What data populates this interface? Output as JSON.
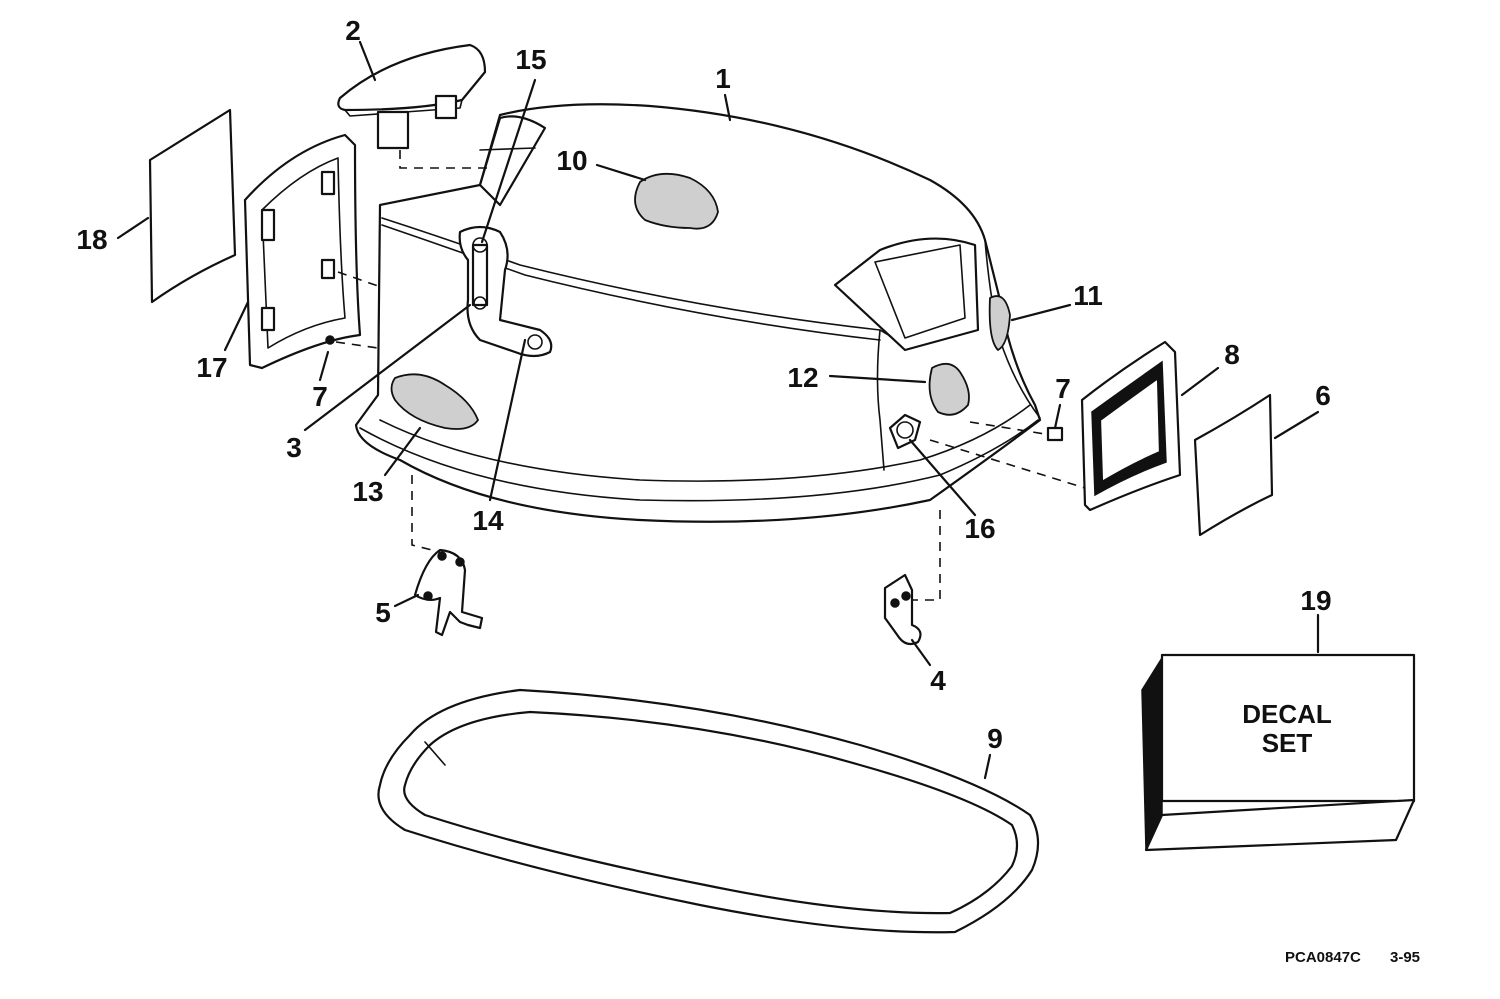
{
  "callouts": {
    "c1": "1",
    "c2": "2",
    "c3": "3",
    "c4": "4",
    "c5": "5",
    "c6": "6",
    "c7a": "7",
    "c7b": "7",
    "c8": "8",
    "c9": "9",
    "c10": "10",
    "c11": "11",
    "c12": "12",
    "c13": "13",
    "c14": "14",
    "c15": "15",
    "c16": "16",
    "c17": "17",
    "c18": "18",
    "c19": "19"
  },
  "decal_box": {
    "line1": "DECAL",
    "line2": "SET"
  },
  "footer": {
    "code": "PCA0847C",
    "date": "3-95"
  }
}
